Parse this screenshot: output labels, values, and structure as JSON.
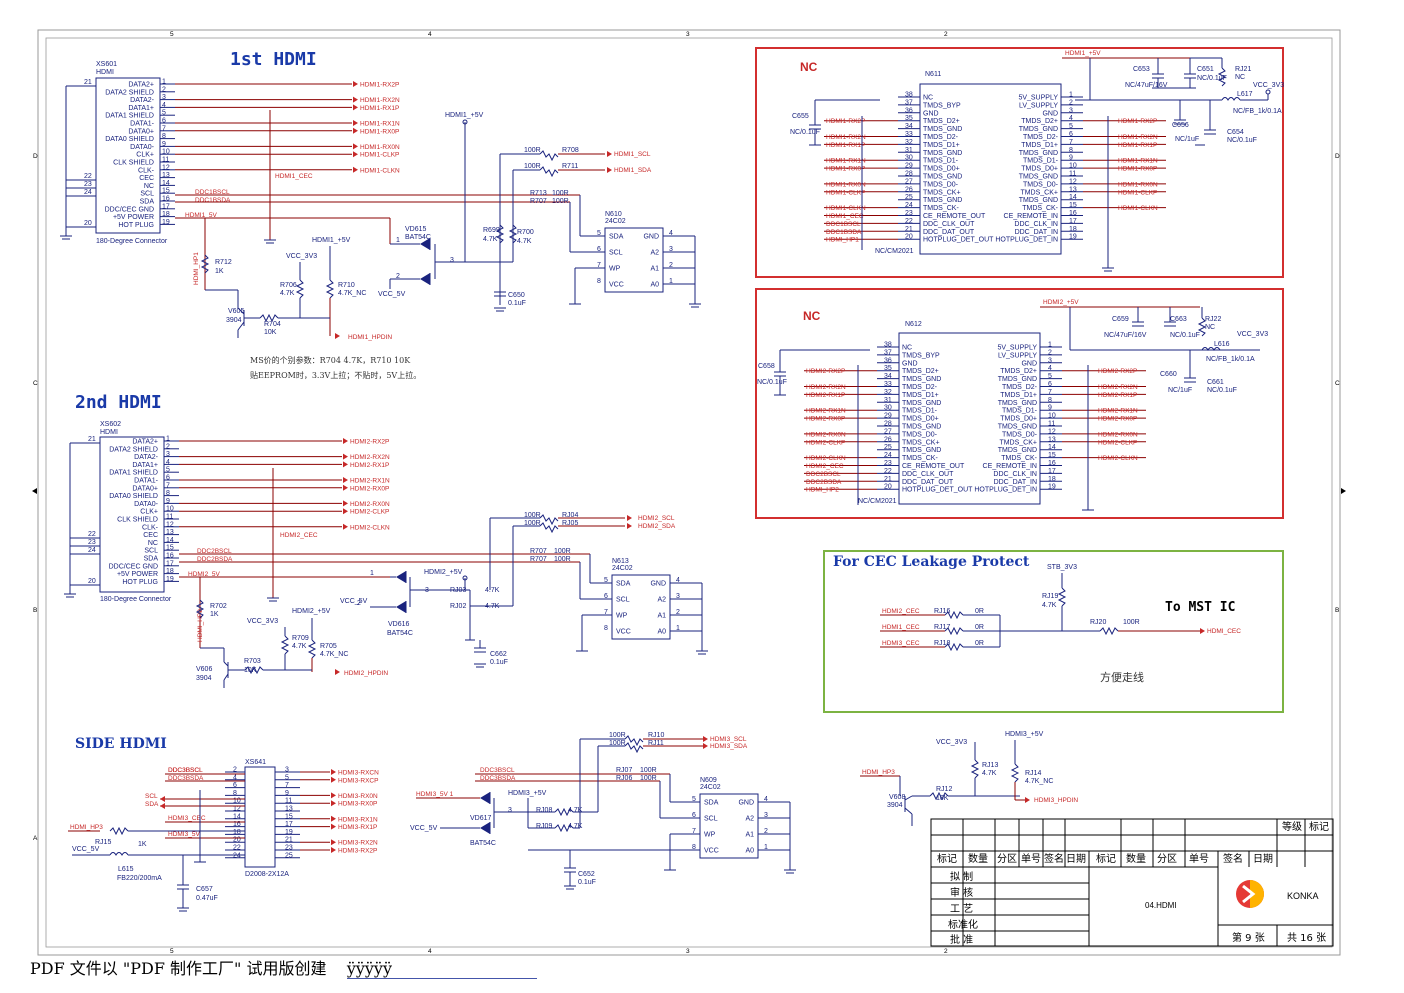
{
  "border": {
    "top_nums": [
      "5",
      "4",
      "3",
      "2"
    ],
    "side_letters": [
      "D",
      "C",
      "B",
      "A"
    ]
  },
  "hdmi1": {
    "title": "1st HDMI",
    "ref": "XS601",
    "type": "HDMI",
    "footer": "180-Degree Connector",
    "pins_left": [
      "DATA2+",
      "DATA2 SHIELD",
      "DATA2-",
      "DATA1+",
      "DATA1 SHIELD",
      "DATA1-",
      "DATA0+",
      "DATA0 SHIELD",
      "DATA0-",
      "CLK+",
      "CLK SHIELD",
      "CLK-",
      "CEC",
      "NC",
      "SCL",
      "SDA",
      "DDC/CEC GND",
      "+5V POWER",
      "HOT PLUG"
    ],
    "pin_nums": [
      "1",
      "2",
      "3",
      "4",
      "5",
      "6",
      "7",
      "8",
      "9",
      "10",
      "11",
      "12",
      "13",
      "14",
      "15",
      "16",
      "17",
      "18",
      "19"
    ],
    "shield_nums": [
      "21",
      "22",
      "23",
      "24",
      "20"
    ],
    "nets": [
      "HDMI1-RX2P",
      "HDMI1-RX2N",
      "HDMI1-RX1P",
      "HDMI1-RX1N",
      "HDMI1-RX0P",
      "HDMI1-RX0N",
      "HDMI1-CLKP",
      "HDMI1-CLKN"
    ],
    "net_labels": {
      "cec": "HDMI1_CEC",
      "ddcscl": "DDC1BSCL",
      "ddcsda": "DDC1BSDA",
      "v5": "HDMI1_5V",
      "hp": "HDMI_HP1",
      "pwr": "HDMI1_+5V",
      "hpdin": "HDMI1_HPDIN",
      "scl": "HDMI1_SCL",
      "sda": "HDMI1_SDA"
    },
    "parts": {
      "vd": "VD615",
      "vd_t": "BAT54C",
      "r712": "R712",
      "r712v": "1K",
      "r706": "R706",
      "r706v": "4.7K",
      "r710": "R710",
      "r710v": "4.7K_NC",
      "r704": "R704",
      "r704v": "10K",
      "q": "V605",
      "qv": "3904",
      "r708": "R708",
      "r711": "R711",
      "r100": "100R",
      "r699": "R699",
      "r699v": "4.7K",
      "r700": "R700",
      "r700v": "4.7K",
      "r713": "R713",
      "r707": "R707",
      "c650": "C650",
      "c650v": "0.1uF",
      "ic": "N610",
      "ic_t": "24C02",
      "vcc33": "VCC_3V3",
      "vcc5": "VCC_5V",
      "hdmi1p5": "HDMI1_+5V"
    },
    "eeprom_pins": [
      "SDA",
      "SCL",
      "WP",
      "VCC",
      "GND",
      "A2",
      "A1",
      "A0"
    ],
    "note1": "MS价的个别参数：R704 4.7K，R710 10K",
    "note2": "贴EEPROM时，3.3V上拉；不贴时，5V上拉。"
  },
  "hdmi2": {
    "title": "2nd HDMI",
    "ref": "XS602",
    "type": "HDMI",
    "footer": "180-Degree Connector",
    "nets": [
      "HDMI2-RX2P",
      "HDMI2-RX2N",
      "HDMI2-RX1P",
      "HDMI2-RX1N",
      "HDMI2-RX0P",
      "HDMI2-RX0N",
      "HDMI2-CLKP",
      "HDMI2-CLKN"
    ],
    "net_labels": {
      "cec": "HDMI2_CEC",
      "ddcscl": "DDC2BSCL",
      "ddcsda": "DDC2BSDA",
      "v5": "HDMI2_5V",
      "hp": "HDMI_HP2",
      "pwr": "HDMI2_+5V",
      "hpdin": "HDMI2_HPDIN",
      "scl": "HDMI2_SCL",
      "sda": "HDMI2_SDA"
    },
    "parts": {
      "vd": "VD616",
      "vd_t": "BAT54C",
      "r702": "R702",
      "r702v": "1K",
      "r709": "R709",
      "r709v": "4.7K",
      "r705": "R705",
      "r705v": "4.7K_NC",
      "r703": "R703",
      "r703v": "10K",
      "q": "V606",
      "qv": "3904",
      "rj04": "RJ04",
      "rj05": "RJ05",
      "rj03": "RJ03",
      "rj02": "RJ02",
      "rv47": "4.7K",
      "c662": "C662",
      "c662v": "0.1uF",
      "ic": "N613",
      "ic_t": "24C02"
    }
  },
  "side": {
    "title": "SIDE HDMI",
    "ref": "XS641",
    "part": "D2008-2X12A",
    "left_nets": [
      "DDC3BSCL",
      "DDC3BSDA",
      "SCL",
      "SDA",
      "HDMI3_CEC",
      "HDMI_HP3",
      "HDMI3_5V",
      "VCC_5V"
    ],
    "right_nets": [
      "HDMI3-RXCN",
      "HDMI3-RXCP",
      "HDMI3-RX0N",
      "HDMI3-RX0P",
      "HDMI3-RX1N",
      "HDMI3-RX1P",
      "HDMI3-RX2N",
      "HDMI3-RX2P"
    ],
    "parts": {
      "rj15": "RJ15",
      "rj15v": "1K",
      "l615": "L615",
      "l615v": "FB220/200mA",
      "c657": "C657",
      "c657v": "0.47uF",
      "vd": "VD617",
      "vd_t": "BAT54C",
      "rj08": "RJ08",
      "rj09": "RJ09",
      "rj10": "RJ10",
      "rj11": "RJ11",
      "rj07": "RJ07",
      "rj06": "RJ06",
      "c652": "C652",
      "c652v": "0.1uF",
      "ic": "N609",
      "ic_t": "24C02",
      "hdmi3p5": "HDMI3_+5V",
      "hdmi3_5v1": "HDMI3_5V 1",
      "scl": "HDMI3_SCL",
      "sda": "HDMI3_SDA",
      "hp3": "HDMI_HP3",
      "q": "V608",
      "qv": "3904",
      "rj12": "RJ12",
      "rj12v": "10K",
      "rj13": "RJ13",
      "rj13v": "4.7K",
      "rj14": "RJ14",
      "rj14v": "4.7K_NC",
      "hpdin": "HDMI3_HPDIN"
    }
  },
  "nc1": {
    "title": "NC",
    "ic": "N611",
    "ic_part": "NC/CM2021",
    "left_pins": [
      "NC",
      "TMDS_BYP",
      "GND",
      "TMDS_D2+",
      "TMDS_GND",
      "TMDS_D2-",
      "TMDS_D1+",
      "TMDS_GND",
      "TMDS_D1-",
      "TMDS_D0+",
      "TMDS_GND",
      "TMDS_D0-",
      "TMDS_CK+",
      "TMDS_GND",
      "TMDS_CK-",
      "CE_REMOTE_OUT",
      "DDC_CLK_OUT",
      "DDC_DAT_OUT",
      "HOTPLUG_DET_OUT"
    ],
    "left_nums": [
      "38",
      "37",
      "36",
      "35",
      "34",
      "33",
      "32",
      "31",
      "30",
      "29",
      "28",
      "27",
      "26",
      "25",
      "24",
      "23",
      "22",
      "21",
      "20"
    ],
    "right_pins": [
      "5V_SUPPLY",
      "LV_SUPPLY",
      "GND",
      "TMDS_D2+",
      "TMDS_GND",
      "TMDS_D2-",
      "TMDS_D1+",
      "TMDS_GND",
      "TMDS_D1-",
      "TMDS_D0+",
      "TMDS_GND",
      "TMDS_D0-",
      "TMDS_CK+",
      "TMDS_GND",
      "TMDS_CK-",
      "CE_REMOTE_IN",
      "DDC_CLK_IN",
      "DDC_DAT_IN",
      "HOTPLUG_DET_IN"
    ],
    "right_nums": [
      "1",
      "2",
      "3",
      "4",
      "5",
      "6",
      "7",
      "8",
      "9",
      "10",
      "11",
      "12",
      "13",
      "14",
      "15",
      "16",
      "17",
      "18",
      "19"
    ],
    "left_nets": [
      "HDMI1-RX2P",
      "HDMI1-RX2N",
      "HDMI1-RX1P",
      "HDMI1-RX1N",
      "HDMI1-RX0P",
      "HDMI1-RX0N",
      "HDMI1-CLKP",
      "HDMI1-CLKN",
      "HDMI1_CEC",
      "DDC1BSCL",
      "DDC1BSDA",
      "HDMI_HP1"
    ],
    "right_nets": [
      "HDMI1-RX2P",
      "HDMI1-RX2N",
      "HDMI1-RX1P",
      "HDMI1-RX1N",
      "HDMI1-RX0P",
      "HDMI1-RX0N",
      "HDMI1-CLKP",
      "HDMI1-CLKN"
    ],
    "pwr": "HDMI1_+5V",
    "c655": "C655",
    "c655v": "NC/0.1uF",
    "c653": "C653",
    "c653v": "NC/47uF/16V",
    "c651": "C651",
    "c651v": "NC/0.1uF",
    "rj21": "RJ21",
    "rjnc": "NC",
    "vcc": "VCC_3V3",
    "l617": "L617",
    "l617v": "NC/FB_1k/0.1A",
    "c656": "C656",
    "c656v": "NC/1uF",
    "c654": "C654",
    "c654v": "NC/0.1uF"
  },
  "nc2": {
    "title": "NC",
    "ic": "N612",
    "ic_part": "NC/CM2021",
    "left_nets": [
      "HDMI2-RX2P",
      "HDMI2-RX2N",
      "HDMI2-RX1P",
      "HDMI2-RX1N",
      "HDMI2-RX0P",
      "HDMI2-RX0N",
      "HDMI2-CLKP",
      "HDMI2-CLKN",
      "HDMI2_CEC",
      "DDC2BSCL",
      "DDC2BSDA",
      "HDMI_HP2"
    ],
    "right_nets": [
      "HDMI2-RX2P",
      "HDMI2-RX2N",
      "HDMI2-RX1P",
      "HDMI2-RX1N",
      "HDMI2-RX0P",
      "HDMI2-RX0N",
      "HDMI2-CLKP",
      "HDMI2-CLKN"
    ],
    "pwr": "HDMI2_+5V",
    "c658": "C658",
    "c658v": "NC/0.1uF",
    "c659": "C659",
    "c659v": "NC/47uF/16V",
    "c663": "C663",
    "c663v": "NC/0.1uF",
    "rj22": "RJ22",
    "rjnc": "NC",
    "vcc": "VCC_3V3",
    "l616": "L616",
    "l616v": "NC/FB_1k/0.1A",
    "c660": "C660",
    "c660v": "NC/1uF",
    "c661": "C661",
    "c661v": "NC/0.1uF"
  },
  "cec": {
    "title": "For CEC Leakage Protect",
    "stb": "STB_3V3",
    "rj19": "RJ19",
    "rj19v": "4.7K",
    "rows": [
      {
        "net": "HDMI2_CEC",
        "r": "RJ16",
        "v": "0R"
      },
      {
        "net": "HDMI1_CEC",
        "r": "RJ17",
        "v": "0R"
      },
      {
        "net": "HDMI3_CEC",
        "r": "RJ18",
        "v": "0R"
      }
    ],
    "rj20": "RJ20",
    "rj20v": "100R",
    "out": "HDMI_CEC",
    "mst": "To MST IC",
    "note": "方便走线"
  },
  "title_block": {
    "grade": "等级",
    "mark": "标记",
    "head": [
      "标记",
      "数量",
      "分区",
      "单号",
      "签名",
      "日期",
      "标记",
      "数量",
      "分区",
      "单号",
      "签名",
      "日期"
    ],
    "rows": [
      "拟 制",
      "审 核",
      "工 艺",
      "标准化",
      "批 准"
    ],
    "doc": "04.HDMI",
    "company": "KONKA",
    "sheet": "第 9 张",
    "total": "共 16 张"
  },
  "footer": {
    "text": "PDF 文件以 \"PDF 制作工厂\" 试用版创建",
    "tail": "ÿÿÿÿÿ"
  }
}
